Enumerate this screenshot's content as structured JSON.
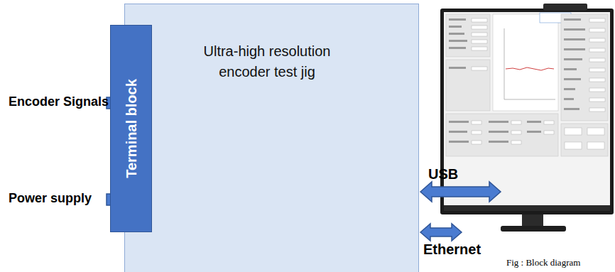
{
  "diagram": {
    "caption": "Fig : Block diagram",
    "nodes": [
      {
        "text": [
          "Ultra-high resolution encoder test jig"
        ]
      },
      {
        "text": [
          "Terminal block"
        ]
      }
    ],
    "labels": [
      "Encoder Signals",
      "Power supply",
      "USB",
      "Ethernet"
    ]
  }
}
